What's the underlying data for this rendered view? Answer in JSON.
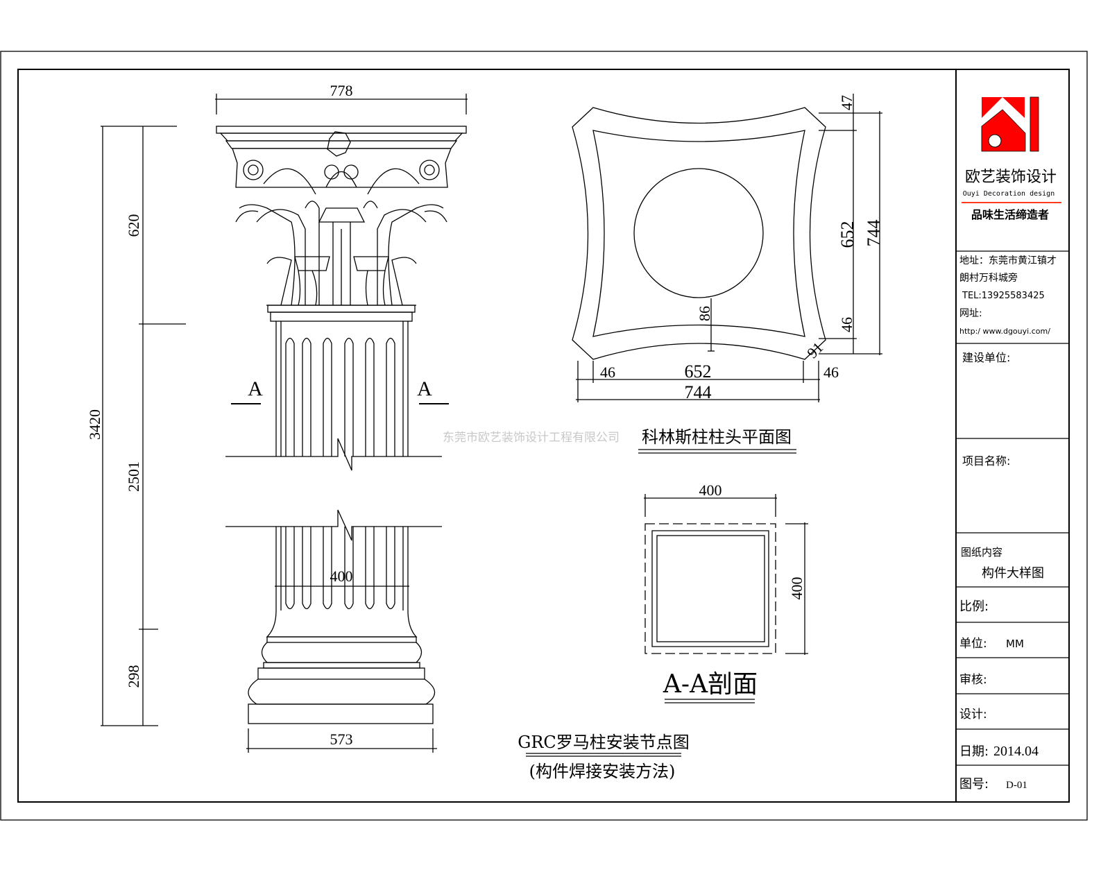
{
  "column_elevation": {
    "dims": {
      "top_width": "778",
      "capital_height": "620",
      "total_height": "3420",
      "shaft_height": "2501",
      "base_height": "298",
      "base_width": "573",
      "shaft_width": "400"
    },
    "section_mark_left": "A",
    "section_mark_right": "A",
    "title": "GRC罗马柱安装节点图",
    "subtitle": "(构件焊接安装方法)"
  },
  "capital_plan": {
    "dims": {
      "top_offset": "47",
      "inner": "652",
      "outer": "744",
      "bottom_offset": "46",
      "center_offset": "86",
      "corner": "91",
      "bottom_left": "46",
      "bottom_inner": "652",
      "bottom_outer": "744",
      "bottom_right": "46"
    },
    "title": "科林斯柱柱头平面图"
  },
  "section_aa": {
    "dims": {
      "width": "400",
      "height": "400"
    },
    "title": "A-A剖面"
  },
  "watermark": "东莞市欧艺装饰设计工程有限公司",
  "title_block": {
    "company_name": "欧艺装饰设计",
    "company_name_en": "Ouyi Decoration design",
    "slogan": "品味生活缔造者",
    "address_line1": "地址：东莞市黄江镇才",
    "address_line2": "朗村万科城旁",
    "tel": "TEL:13925583425",
    "website_label": "网址:",
    "website": "http:/ www.dgouyi.com/",
    "client_label": "建设单位:",
    "project_label": "项目名称:",
    "content_label": "图纸内容",
    "content_value": "构件大样图",
    "scale_label": "比例:",
    "unit_label": "单位:",
    "unit_value": "MM",
    "review_label": "审核:",
    "design_label": "设计:",
    "date_label": "日期:",
    "date_value": "2014.04",
    "drawing_no_label": "图号:",
    "drawing_no_value": "D-01"
  },
  "colors": {
    "logo_red": "#ff0000",
    "line": "#000000",
    "watermark": "#c8c8c8"
  }
}
